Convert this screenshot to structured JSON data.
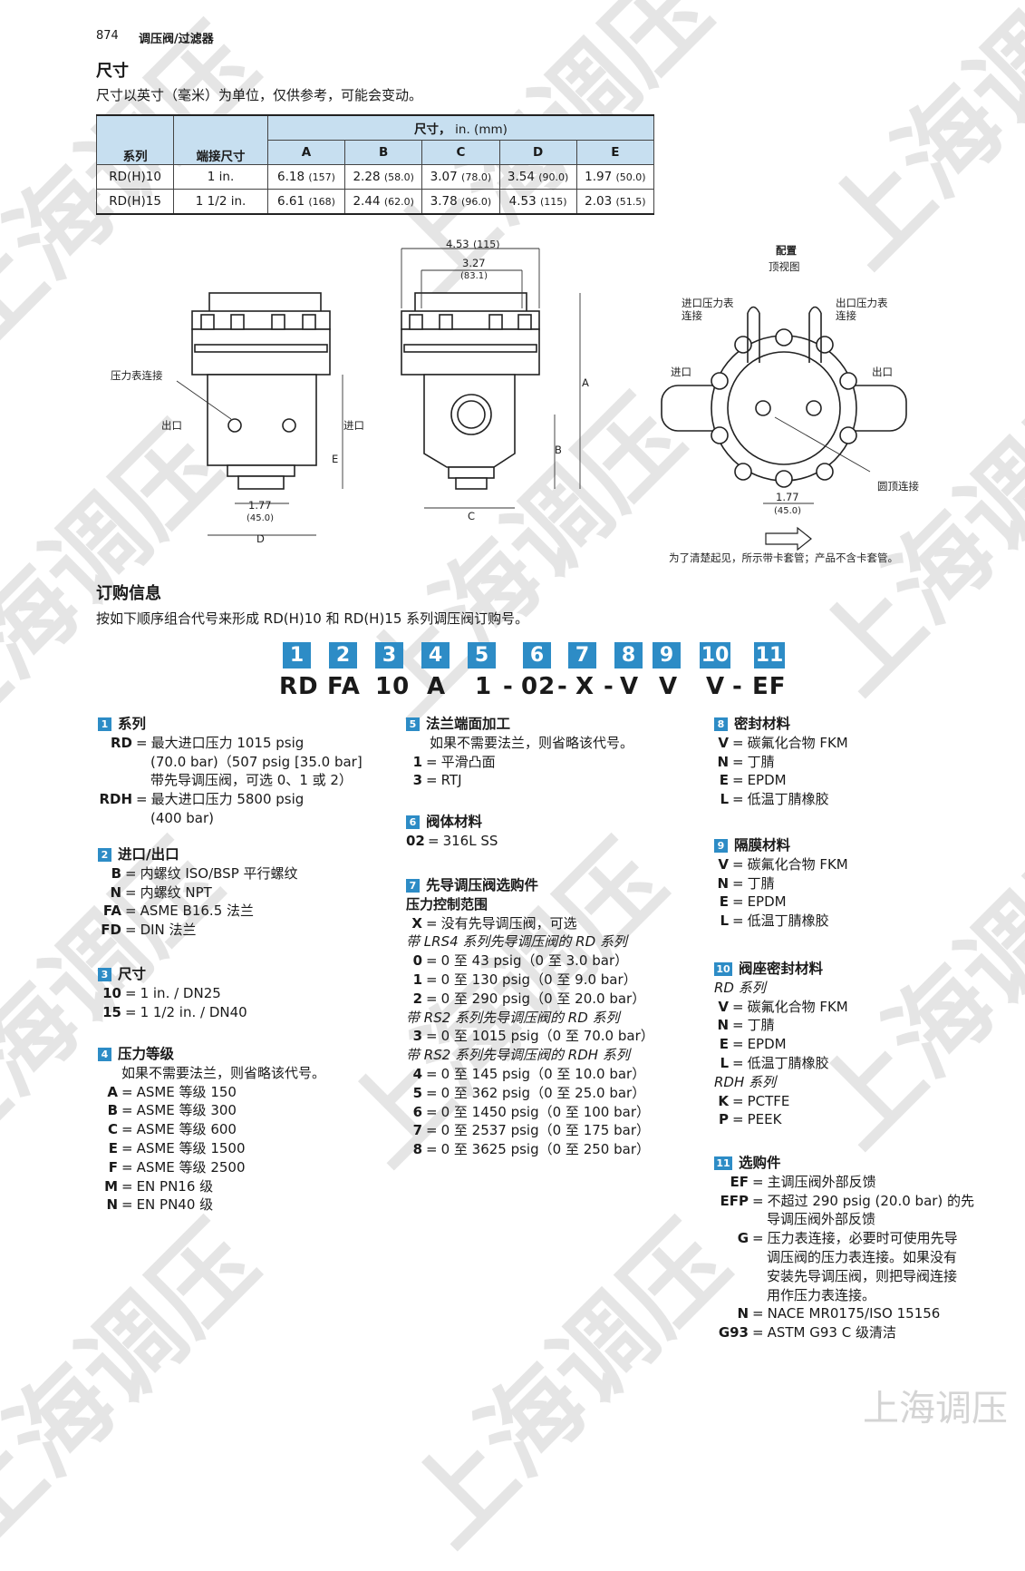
{
  "header": {
    "page_number": "874",
    "title": "调压阀/过滤器"
  },
  "dimensions": {
    "heading": "尺寸",
    "note": "尺寸以英寸（毫米）为单位，仅供参考，可能会变动。",
    "table": {
      "group_header": "尺寸，",
      "group_unit": "in. (mm)",
      "col_series": "系列",
      "col_port": "端接尺寸",
      "cols": [
        "A",
        "B",
        "C",
        "D",
        "E"
      ],
      "rows": [
        {
          "series": "RD(H)10",
          "port": "1 in.",
          "values": [
            [
              "6.18",
              "(157)"
            ],
            [
              "2.28",
              "(58.0)"
            ],
            [
              "3.07",
              "(78.0)"
            ],
            [
              "3.54",
              "(90.0)"
            ],
            [
              "1.97",
              "(50.0)"
            ]
          ]
        },
        {
          "series": "RD(H)15",
          "port": "1 1/2 in.",
          "values": [
            [
              "6.61",
              "(168)"
            ],
            [
              "2.44",
              "(62.0)"
            ],
            [
              "3.78",
              "(96.0)"
            ],
            [
              "4.53",
              "(115)"
            ],
            [
              "2.03",
              "(51.5)"
            ]
          ]
        }
      ]
    }
  },
  "drawing": {
    "left": {
      "gauge": "压力表连接",
      "outlet": "出口",
      "inlet": "进口",
      "dim_177": "1.77",
      "dim_177_mm": "(45.0)",
      "E": "E",
      "D": "D"
    },
    "middle": {
      "dim_453": "4.53",
      "dim_453_mm": "(115)",
      "dim_327": "3.27",
      "dim_327_mm": "(83.1)",
      "A": "A",
      "B": "B",
      "C": "C"
    },
    "right": {
      "title": "配置",
      "subtitle": "顶视图",
      "inlet_gauge": "进口压力表\n连接",
      "outlet_gauge": "出口压力表\n连接",
      "inlet": "进口",
      "outlet": "出口",
      "dome": "圆顶连接",
      "dim_177": "1.77",
      "dim_177_mm": "(45.0)",
      "note": "为了清楚起见，所示带卡套管；产品不含卡套管。"
    }
  },
  "ordering": {
    "heading": "订购信息",
    "note": "按如下顺序组合代号来形成 RD(H)10 和 RD(H)15 系列调压阀订购号。",
    "badges": [
      "1",
      "2",
      "3",
      "4",
      "5",
      "6",
      "7",
      "8",
      "9",
      "10",
      "11"
    ],
    "code_parts": [
      "RD",
      "FA",
      "10",
      "A",
      "1",
      "-",
      "02",
      "-",
      "X",
      "-",
      "V",
      "V",
      "V",
      "-",
      "EF"
    ]
  },
  "sections": {
    "s1": {
      "num": "1",
      "title": "系列"
    },
    "s1_rd_key": "RD",
    "s1_rd_val": "最大进口压力 1015 psig",
    "s1_rd_l2": "(70.0 bar)（507 psig [35.0 bar]",
    "s1_rd_l3": "带先导调压阀，可选 0、1 或 2）",
    "s1_rdh_key": "RDH",
    "s1_rdh_val": "最大进口压力 5800 psig",
    "s1_rdh_l2": "(400 bar)",
    "s2": {
      "num": "2",
      "title": "进口/出口"
    },
    "s2_items": [
      [
        "B",
        "内螺纹 ISO/BSP 平行螺纹"
      ],
      [
        "N",
        "内螺纹 NPT"
      ],
      [
        "FA",
        "ASME B16.5 法兰"
      ],
      [
        "FD",
        "DIN 法兰"
      ]
    ],
    "s3": {
      "num": "3",
      "title": "尺寸"
    },
    "s3_items": [
      [
        "10",
        "1 in. / DN25"
      ],
      [
        "15",
        "1 1/2 in. / DN40"
      ]
    ],
    "s4": {
      "num": "4",
      "title": "压力等级"
    },
    "s4_note": "如果不需要法兰，则省略该代号。",
    "s4_items": [
      [
        "A",
        "ASME 等级 150"
      ],
      [
        "B",
        "ASME 等级 300"
      ],
      [
        "C",
        "ASME 等级 600"
      ],
      [
        "E",
        "ASME 等级 1500"
      ],
      [
        "F",
        "ASME 等级 2500"
      ],
      [
        "M",
        "EN PN16 级"
      ],
      [
        "N",
        "EN PN40 级"
      ]
    ],
    "s5": {
      "num": "5",
      "title": "法兰端面加工"
    },
    "s5_note": "如果不需要法兰，则省略该代号。",
    "s5_items": [
      [
        "1",
        "平滑凸面"
      ],
      [
        "3",
        "RTJ"
      ]
    ],
    "s6": {
      "num": "6",
      "title": "阀体材料"
    },
    "s6_items": [
      [
        "02",
        "316L SS"
      ]
    ],
    "s7": {
      "num": "7",
      "title": "先导调压阀选购件"
    },
    "s7_sub": "压力控制范围",
    "s7_x": [
      "X",
      "没有先导调压阀，可选"
    ],
    "s7_g1": "带 LRS4 系列先导调压阀的 RD 系列",
    "s7_g1_items": [
      [
        "0",
        "0 至 43 psig（0 至 3.0 bar）"
      ],
      [
        "1",
        "0 至 130 psig（0 至 9.0 bar）"
      ],
      [
        "2",
        "0 至 290 psig（0 至 20.0 bar）"
      ]
    ],
    "s7_g2": "带 RS2 系列先导调压阀的 RD 系列",
    "s7_g2_items": [
      [
        "3",
        "0 至 1015 psig（0 至 70.0 bar）"
      ]
    ],
    "s7_g3": "带 RS2 系列先导调压阀的 RDH 系列",
    "s7_g3_items": [
      [
        "4",
        "0 至 145 psig（0 至 10.0 bar）"
      ],
      [
        "5",
        "0 至 362 psig（0 至 25.0 bar）"
      ],
      [
        "6",
        "0 至 1450 psig（0 至 100 bar）"
      ],
      [
        "7",
        "0 至 2537 psig（0 至 175 bar）"
      ],
      [
        "8",
        "0 至 3625 psig（0 至 250 bar）"
      ]
    ],
    "s8": {
      "num": "8",
      "title": "密封材料"
    },
    "s8_items": [
      [
        "V",
        "碳氟化合物 FKM"
      ],
      [
        "N",
        "丁腈"
      ],
      [
        "E",
        "EPDM"
      ],
      [
        "L",
        "低温丁腈橡胶"
      ]
    ],
    "s9": {
      "num": "9",
      "title": "隔膜材料"
    },
    "s9_items": [
      [
        "V",
        "碳氟化合物 FKM"
      ],
      [
        "N",
        "丁腈"
      ],
      [
        "E",
        "EPDM"
      ],
      [
        "L",
        "低温丁腈橡胶"
      ]
    ],
    "s10": {
      "num": "10",
      "title": "阀座密封材料"
    },
    "s10_g1": "RD 系列",
    "s10_g1_items": [
      [
        "V",
        "碳氟化合物 FKM"
      ],
      [
        "N",
        "丁腈"
      ],
      [
        "E",
        "EPDM"
      ],
      [
        "L",
        "低温丁腈橡胶"
      ]
    ],
    "s10_g2": "RDH 系列",
    "s10_g2_items": [
      [
        "K",
        "PCTFE"
      ],
      [
        "P",
        "PEEK"
      ]
    ],
    "s11": {
      "num": "11",
      "title": "选购件"
    },
    "s11_ef": [
      "EF",
      "主调压阀外部反馈"
    ],
    "s11_efp": [
      "EFP",
      "不超过 290 psig (20.0 bar) 的先"
    ],
    "s11_efp_l2": "导调压阀外部反馈",
    "s11_g": [
      "G",
      "压力表连接，必要时可使用先导"
    ],
    "s11_g_l2": "调压阀的压力表连接。如果没有",
    "s11_g_l3": "安装先导调压阀，则把导阀连接",
    "s11_g_l4": "用作压力表连接。",
    "s11_n": [
      "N",
      "NACE MR0175/ISO 15156"
    ],
    "s11_g93": [
      "G93",
      "ASTM G93 C 级清洁"
    ]
  },
  "watermark": {
    "text": "上海调压",
    "corner": "上海调压"
  }
}
